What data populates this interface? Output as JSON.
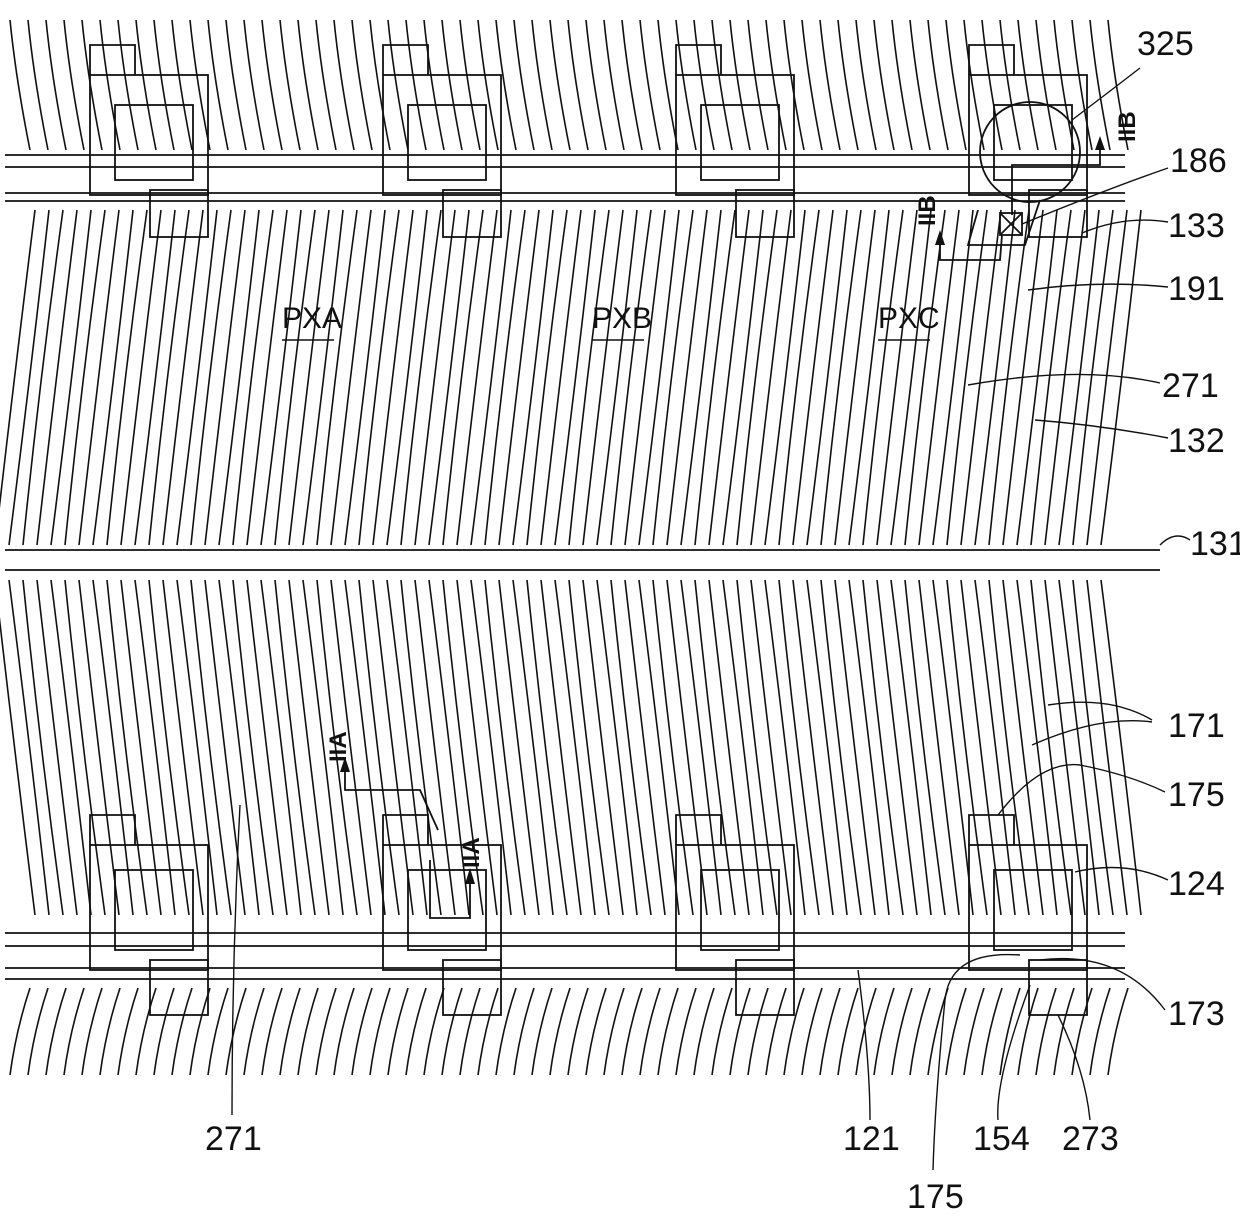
{
  "colors": {
    "ink": "#111111",
    "paper": "#ffffff"
  },
  "pixels": {
    "a": "PXA",
    "b": "PXB",
    "c": "PXC"
  },
  "sections": {
    "iia": "IIA",
    "iib": "IIB"
  },
  "refs": {
    "r325": "325",
    "r186": "186",
    "r133": "133",
    "r191": "191",
    "r271": "271",
    "r132": "132",
    "r131": "131",
    "r171": "171",
    "r175": "175",
    "r124": "124",
    "r173": "173",
    "r121": "121",
    "r154": "154",
    "r273": "273"
  }
}
